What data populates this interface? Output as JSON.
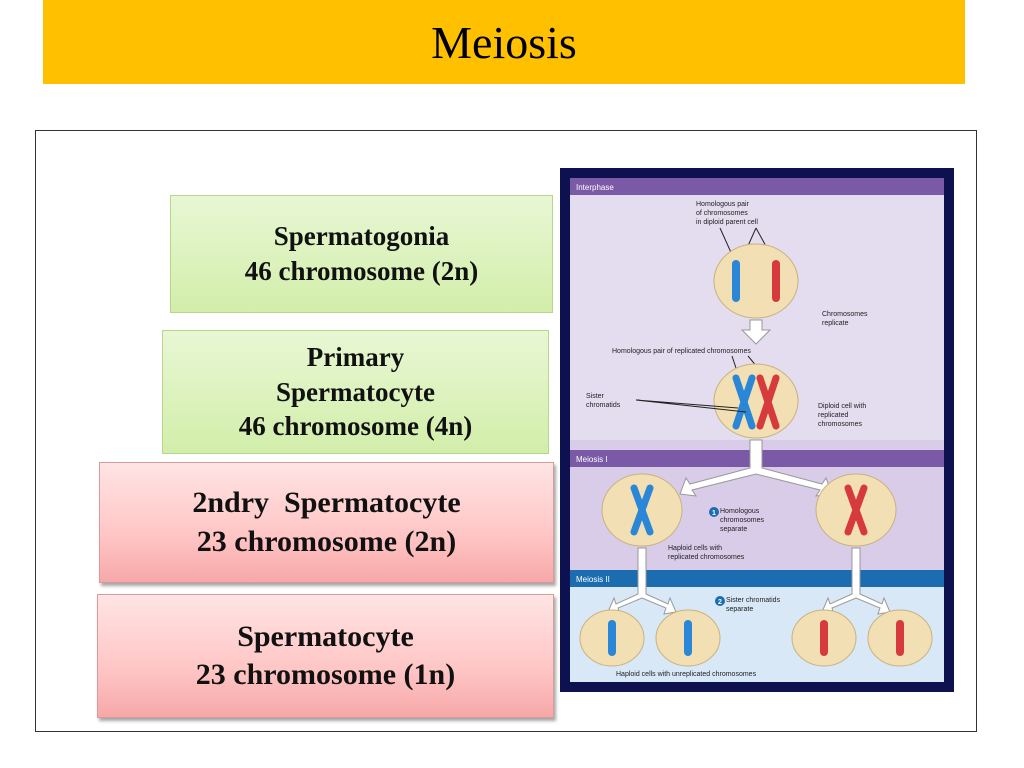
{
  "title": "Meiosis",
  "stages": [
    {
      "name": "Spermatogonia",
      "count": "46 chromosome (2n)"
    },
    {
      "name_line1": "Primary",
      "name_line2": "Spermatocyte",
      "count": "46 chromosome (4n)"
    },
    {
      "name": "2ndry  Spermatocyte",
      "count": "23 chromosome (2n)"
    },
    {
      "name": "Spermatocyte",
      "count": "23 chromosome (1n)"
    }
  ],
  "diagram": {
    "interphase_label": "Interphase",
    "meiosis1_label": "Meiosis I",
    "meiosis2_label": "Meiosis II",
    "homologous_pair": [
      "Homologous pair",
      "of chromosomes",
      "in diploid parent cell"
    ],
    "chromosomes_replicate": [
      "Chromosomes",
      "replicate"
    ],
    "replicated_pair": "Homologous pair of replicated chromosomes",
    "sister_chromatids": [
      "Sister",
      "chromatids"
    ],
    "diploid_replicated": [
      "Diploid cell with",
      "replicated",
      "chromosomes"
    ],
    "step1_number": "1",
    "homologous_separate": [
      "Homologous",
      "chromosomes",
      "separate"
    ],
    "haploid_replicated": [
      "Haploid cells with",
      "replicated chromosomes"
    ],
    "step2_number": "2",
    "sister_separate": [
      "Sister chromatids",
      "separate"
    ],
    "haploid_unreplicated": "Haploid cells with unreplicated chromosomes",
    "colors": {
      "frame": "#0d1150",
      "interphase_bg": "#e4dcef",
      "meiosis1_bg": "#d8cce8",
      "meiosis2_bg": "#d8e8f7",
      "band_purple": "#7a5aa6",
      "band_blue": "#1c6cb0",
      "cell": "#f2dfb4",
      "blue_chromo": "#2a86d6",
      "red_chromo": "#d63a3a"
    }
  }
}
